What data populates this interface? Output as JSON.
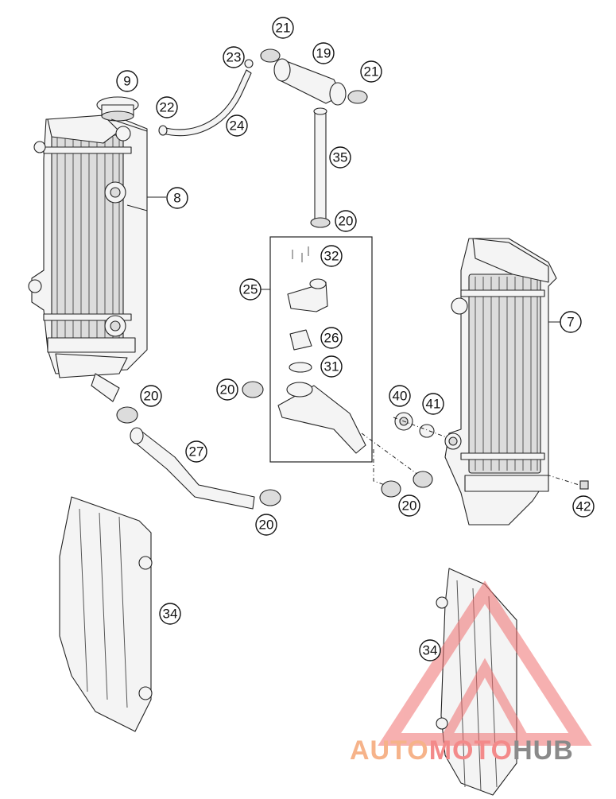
{
  "diagram": {
    "callouts": [
      "7",
      "8",
      "9",
      "19",
      "20",
      "21",
      "22",
      "23",
      "24",
      "25",
      "26",
      "27",
      "31",
      "32",
      "34",
      "35",
      "40",
      "41",
      "42"
    ]
  },
  "watermark": {
    "part1": "AUTO",
    "part2": "MOTO",
    "part3": "HUB",
    "colors": {
      "auto": "#f6b38a",
      "moto": "#f38a8a",
      "hub": "#8a8a8a",
      "triangle": "#f07070"
    }
  }
}
